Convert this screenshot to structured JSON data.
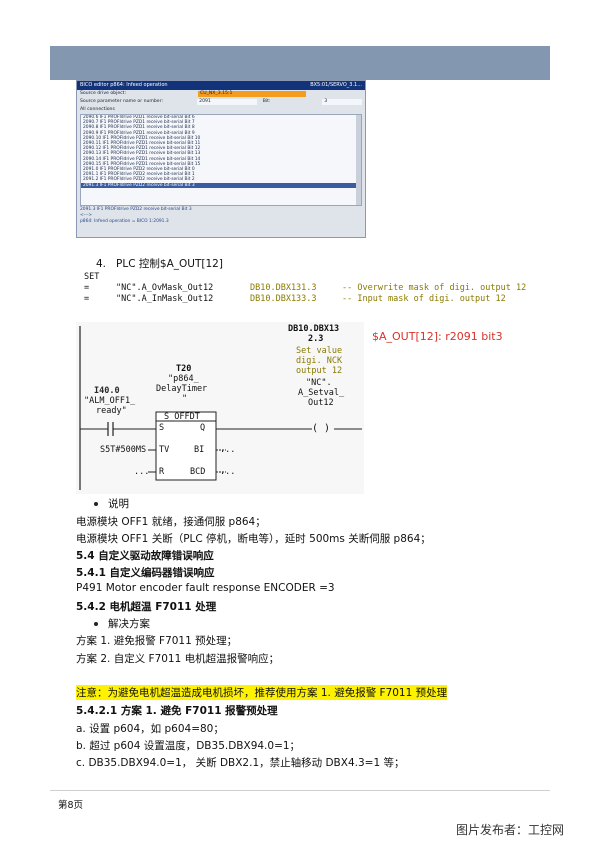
{
  "bico": {
    "title": "BICO editor p864: Infeed operation",
    "title_right": "BX5:01/SERVO_3.1...",
    "source_drive_label": "Source drive object:",
    "source_drive_value": "CU_NX_3.15:1",
    "source_param_label": "Source parameter name or number:",
    "source_param_value": "2091",
    "bit_label": "Bit:",
    "bit_value": "3",
    "connections_label": "All connections",
    "items": [
      "2090.6 IF1 PROFIdrive PZD1 receive bit-serial Bit 6",
      "2090.7 IF1 PROFIdrive PZD1 receive bit-serial Bit 7",
      "2090.8 IF1 PROFIdrive PZD1 receive bit-serial Bit 8",
      "2090.9 IF1 PROFIdrive PZD1 receive bit-serial Bit 9",
      "2090.10 IF1 PROFIdrive PZD1 receive bit-serial Bit 10",
      "2090.11 IF1 PROFIdrive PZD1 receive bit-serial Bit 11",
      "2090.12 IF1 PROFIdrive PZD1 receive bit-serial Bit 12",
      "2090.13 IF1 PROFIdrive PZD1 receive bit-serial Bit 13",
      "2090.14 IF1 PROFIdrive PZD1 receive bit-serial Bit 14",
      "2090.15 IF1 PROFIdrive PZD1 receive bit-serial Bit 15",
      "2091.0 IF1 PROFIdrive PZD2 receive bit-serial Bit 0",
      "2091.1 IF1 PROFIdrive PZD2 receive bit-serial Bit 1",
      "2091.2 IF1 PROFIdrive PZD2 receive bit-serial Bit 2",
      "2091.3 IF1 PROFIdrive PZD2 receive bit-serial Bit 3"
    ],
    "selected_index": 13,
    "info_line1": "2091.3 IF1 PROFIdrive PZD2 receive bit-serial Bit 3",
    "info_line2": "<--->",
    "info_line3": "p864: Infeed operation = BICO 1:2091.3"
  },
  "section4": {
    "number": "4.",
    "title": "PLC 控制$A_OUT[12]"
  },
  "code": {
    "set": "SET",
    "row1_eq": "=",
    "row1_var": "\"NC\".A_OvMask_Out12",
    "row1_addr": "DB10.DBX131.3",
    "row1_comment": "-- Overwrite mask of digi. output 12",
    "row2_eq": "=",
    "row2_var": "\"NC\".A_InMask_Out12",
    "row2_addr": "DB10.DBX133.3",
    "row2_comment": "-- Input mask of digi. output 12"
  },
  "ladder": {
    "contact_addr": "I40.0",
    "contact_name1": "\"ALM_OFF1_",
    "contact_name2": "ready\"",
    "timer_addr": "T20",
    "timer_name1": "\"p864_",
    "timer_name2": "DelayTimer",
    "timer_name3": "\"",
    "block_type": "S_OFFDT",
    "pin_s": "S",
    "pin_q": "Q",
    "pin_tv": "TV",
    "pin_bi": "BI",
    "pin_r": "R",
    "pin_bcd": "BCD",
    "tv_value": "S5T#500MS",
    "dots": "...",
    "coil_addr1": "DB10.DBX13",
    "coil_addr2": "2.3",
    "coil_cmt1": "Set value",
    "coil_cmt2": "digi. NCK",
    "coil_cmt3": "output 12",
    "coil_name1": "\"NC\".",
    "coil_name2": "A_Setval_",
    "coil_name3": "Out12",
    "coil_symbol": "( )",
    "red_note": "$A_OUT[12]: r2091 bit3"
  },
  "body": {
    "note_bullet": "说明",
    "line1": "电源模块 OFF1 就绪，接通伺服 p864；",
    "line2": "电源模块 OFF1 关断（PLC 停机，断电等），延时 500ms 关断伺服 p864；",
    "h54": "5.4    自定义驱动故障错误响应",
    "h541": "5.4.1    自定义编码器错误响应",
    "p491": "P491 Motor encoder fault response ENCODER =3",
    "h542": "5.4.2    电机超温 F7011 处理",
    "solution_bullet": "解决方案",
    "plan1": "方案 1. 避免报警 F7011 预处理；",
    "plan2": "方案 2. 自定义 F7011 电机超温报警响应；",
    "highlight": "注意：为避免电机超温造成电机损坏，推荐使用方案 1. 避免报警 F7011 预处理",
    "h5421": "5.4.2.1    方案 1. 避免 F7011 报警预处理",
    "step_a": "a. 设置 p604，如 p604=80；",
    "step_b": "b. 超过 p604 设置温度，DB35.DBX94.0=1；",
    "step_c": "c. DB35.DBX94.0=1，  关断 DBX2.1，禁止轴移动 DBX4.3=1 等；"
  },
  "footer": {
    "page": "第8页",
    "publisher": "图片发布者：工控网"
  }
}
